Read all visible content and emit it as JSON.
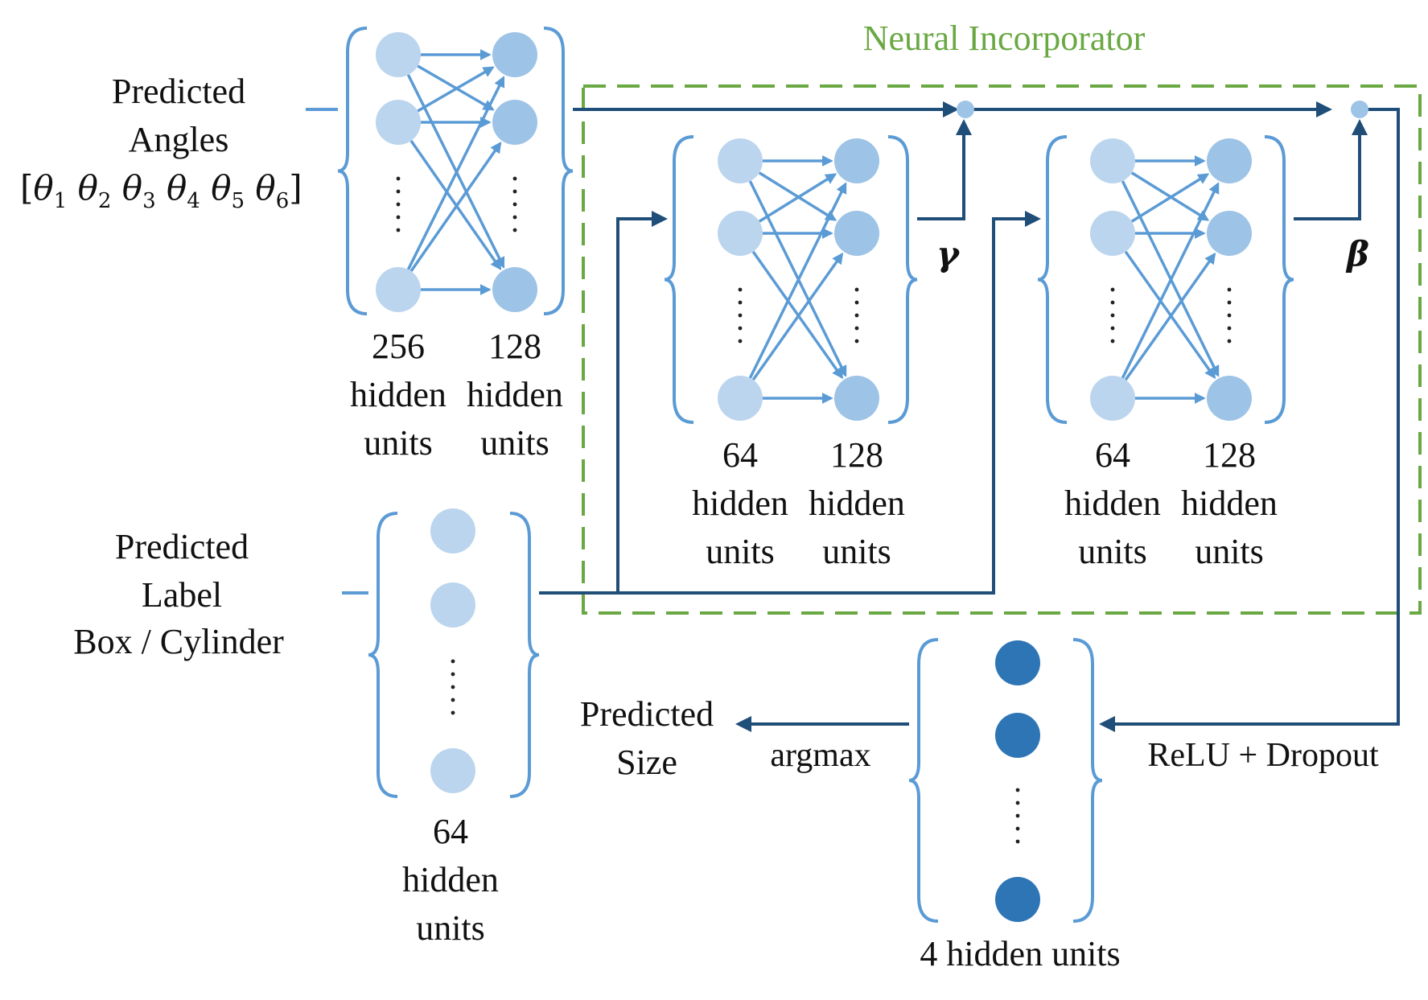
{
  "title": "Neural Incorporator",
  "inputs": {
    "angles": {
      "line1": "Predicted",
      "line2": "Angles",
      "vector": [
        {
          "sym": "θ",
          "sub": "1"
        },
        {
          "sym": "θ",
          "sub": "2"
        },
        {
          "sym": "θ",
          "sub": "3"
        },
        {
          "sym": "θ",
          "sub": "4"
        },
        {
          "sym": "θ",
          "sub": "5"
        },
        {
          "sym": "θ",
          "sub": "6"
        }
      ]
    },
    "label": {
      "line1": "Predicted",
      "line2": "Label",
      "line3": "Box / Cylinder"
    }
  },
  "blocks": {
    "angle_mlp": {
      "left": {
        "count": "256",
        "line2": "hidden",
        "line3": "units"
      },
      "right": {
        "count": "128",
        "line2": "hidden",
        "line3": "units"
      }
    },
    "label_embed": {
      "count": "64",
      "line2": "hidden",
      "line3": "units"
    },
    "gamma_mlp": {
      "left": {
        "count": "64",
        "line2": "hidden",
        "line3": "units"
      },
      "right": {
        "count": "128",
        "line2": "hidden",
        "line3": "units"
      },
      "output": "γ"
    },
    "beta_mlp": {
      "left": {
        "count": "64",
        "line2": "hidden",
        "line3": "units"
      },
      "right": {
        "count": "128",
        "line2": "hidden",
        "line3": "units"
      },
      "output": "β"
    },
    "output_layer": {
      "label": "4 hidden units"
    }
  },
  "edges": {
    "relu_dropout": "ReLU + Dropout",
    "argmax": "argmax"
  },
  "output": {
    "line1": "Predicted",
    "line2": "Size"
  },
  "colors": {
    "incorporator": "#6aa843",
    "brace": "#5b9bd5",
    "connector": "#1f4e79",
    "node_light": "#bcd5ee",
    "node_mid": "#9dc3e6",
    "node_dark": "#2e75b6",
    "dot": "#9dc3e6"
  }
}
